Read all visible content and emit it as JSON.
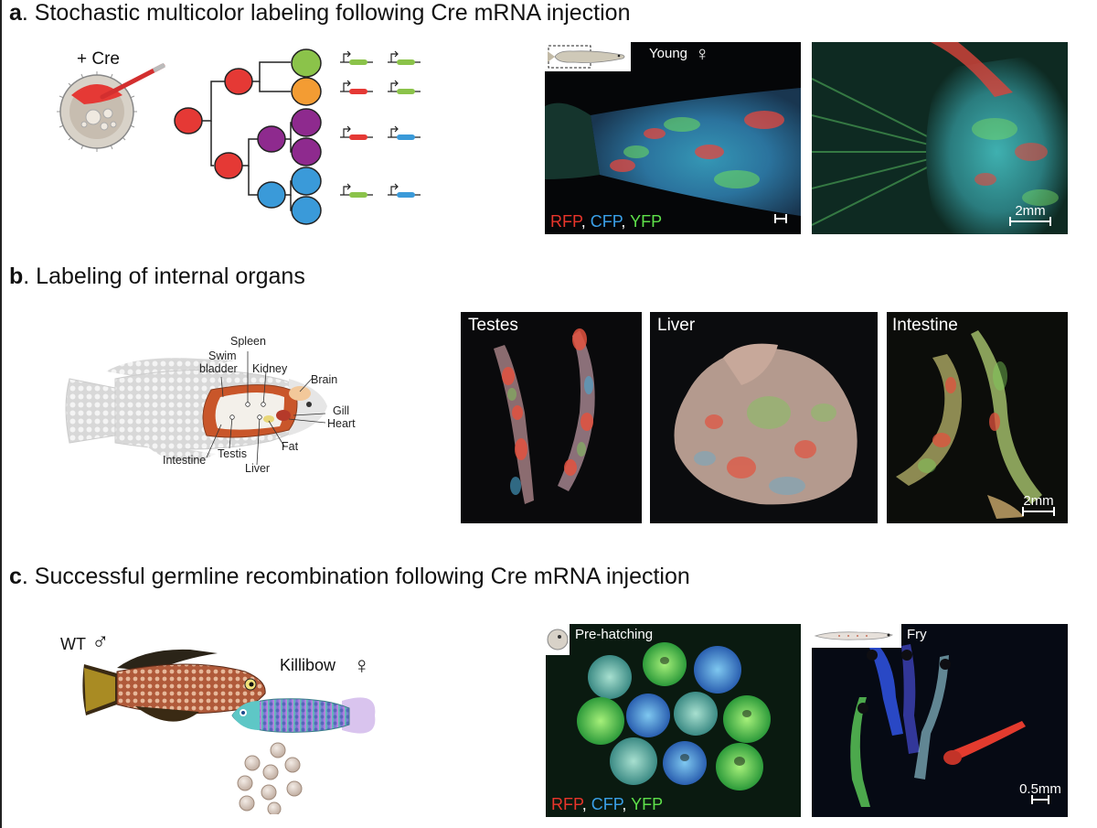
{
  "panel_a": {
    "letter": "a",
    "title": ". Stochastic multicolor labeling following Cre mRNA injection",
    "cre_label": "+ Cre",
    "photo_tag": "Young",
    "female_symbol": "♀",
    "legend": {
      "rfp": "RFP",
      "cfp": "CFP",
      "yfp": "YFP",
      "comma": ", "
    },
    "scale_bar": "2mm"
  },
  "panel_b": {
    "letter": "b",
    "title": ". Labeling of internal organs",
    "organs": {
      "spleen": "Spleen",
      "swim_bladder_1": "Swim",
      "swim_bladder_2": "bladder",
      "kidney": "Kidney",
      "brain": "Brain",
      "gill": "Gill",
      "heart": "Heart",
      "fat": "Fat",
      "testis": "Testis",
      "intestine": "Intestine",
      "liver": "Liver"
    },
    "photo_labels": {
      "testes": "Testes",
      "liver": "Liver",
      "intestine": "Intestine"
    },
    "scale_bar": "2mm"
  },
  "panel_c": {
    "letter": "c",
    "title": ". Successful germline recombination following Cre mRNA injection",
    "wt_label": "WT",
    "male_symbol": "♂",
    "killibow_label": "Killibow",
    "female_symbol": "♀",
    "photo_tags": {
      "prehatching": "Pre-hatching",
      "fry": "Fry"
    },
    "legend": {
      "rfp": "RFP",
      "cfp": "CFP",
      "yfp": "YFP",
      "comma": ", "
    },
    "scale_bar": "0.5mm"
  },
  "colors": {
    "red": "#e53935",
    "green": "#8bc34a",
    "orange": "#f39c33",
    "purple": "#8e2a8e",
    "blue": "#3a9ad9",
    "rfp": "#e8352b",
    "cfp": "#3aa0e8",
    "yfp": "#5ee04a"
  }
}
